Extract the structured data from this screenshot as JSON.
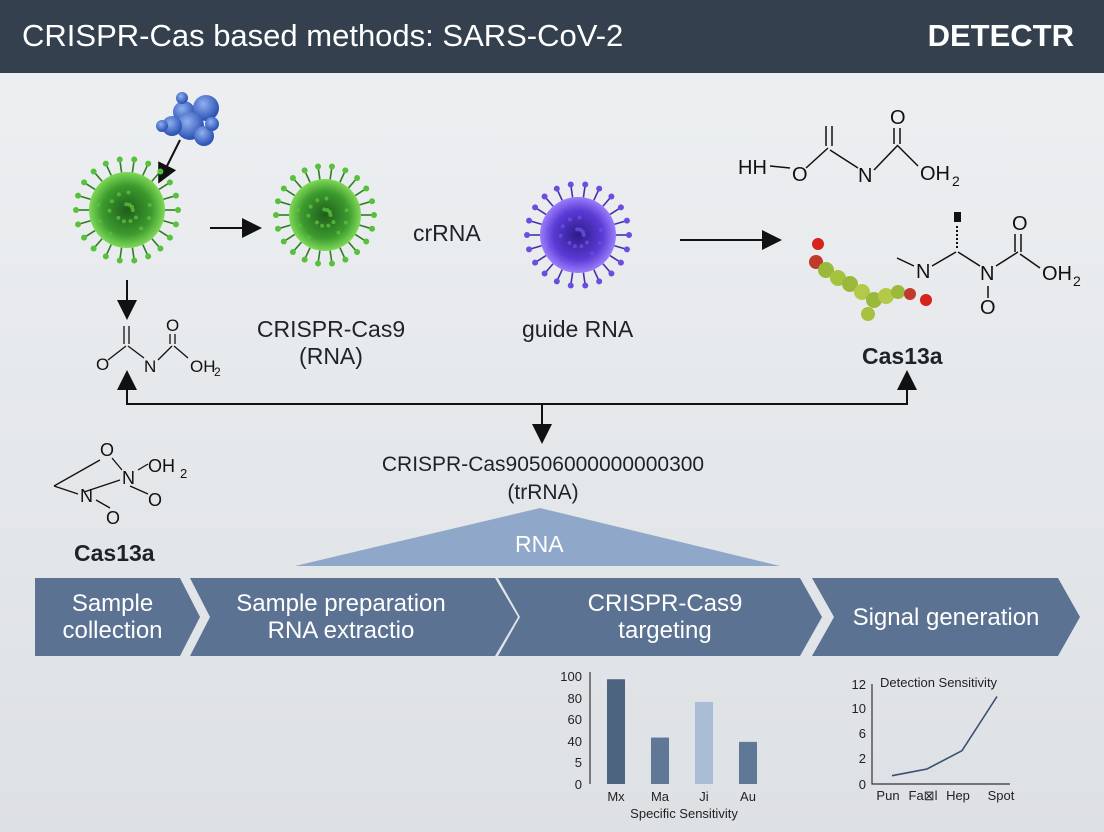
{
  "header": {
    "title": "CRISPR-Cas based methods: SARS-CoV-2",
    "brand": "DETECTR"
  },
  "top_labels": {
    "crrna": "crRNA",
    "crispr_cas9": "CRISPR-Cas9",
    "crispr_cas9_sub": "(RNA)",
    "guide_rna": "guide RNA",
    "cas13a_right": "Cas13a",
    "cas13a_left": "Cas13a"
  },
  "center_labels": {
    "crispr_long": "CRISPR-Cas90506000000000300",
    "trrna": "(trRNA)",
    "rna_banner": "RNA"
  },
  "molecules": {
    "top_right": {
      "hh": "HH",
      "o1": "O",
      "n1": "N",
      "n2": "N",
      "o_top": "O",
      "oh2": "OH",
      "sub2": "2"
    },
    "mid_right": {
      "n1": "N",
      "n2": "N",
      "o_top": "O",
      "o_bot": "O",
      "oh2": "OH",
      "sub2": "2"
    },
    "left_top": {
      "o1": "O",
      "n1": "N",
      "o_top": "O",
      "oh2": "OH",
      "sub2": "2"
    },
    "left_mid": {
      "o1": "O",
      "n1": "N",
      "n2": "N",
      "o2": "O",
      "oh2": "OH",
      "sub2": "2"
    }
  },
  "stages": [
    {
      "line1": "Sample",
      "line2": "collection"
    },
    {
      "line1": "Sample preparation",
      "line2": "RNA extractio"
    },
    {
      "line1": "CRISPR-Cas9",
      "line2": "targeting"
    },
    {
      "line1": "Signal generation",
      "line2": ""
    }
  ],
  "chart_data": [
    {
      "type": "bar",
      "categories": [
        "Mx",
        "Ma",
        "Ji",
        "Au"
      ],
      "values": [
        97,
        43,
        76,
        39
      ],
      "ytick_labels": [
        "100",
        "80",
        "60",
        "40",
        "5",
        "0"
      ],
      "xlabel": "Specific Sensitivity",
      "ylim": [
        0,
        100
      ],
      "colors": [
        "#4c6380",
        "#5f7896",
        "#a9bcd6",
        "#5f7896"
      ]
    },
    {
      "type": "line",
      "title": "Detection Sensitivity",
      "categories": [
        "Pun",
        "Fa⊠l",
        "Hep",
        "Spot"
      ],
      "x": [
        0,
        1,
        2,
        3
      ],
      "values": [
        1,
        1.8,
        4,
        10.5
      ],
      "ytick_labels": [
        "12",
        "10",
        "6",
        "2",
        "0"
      ],
      "ylim": [
        0,
        12
      ],
      "color": "#3a4f6e"
    }
  ]
}
